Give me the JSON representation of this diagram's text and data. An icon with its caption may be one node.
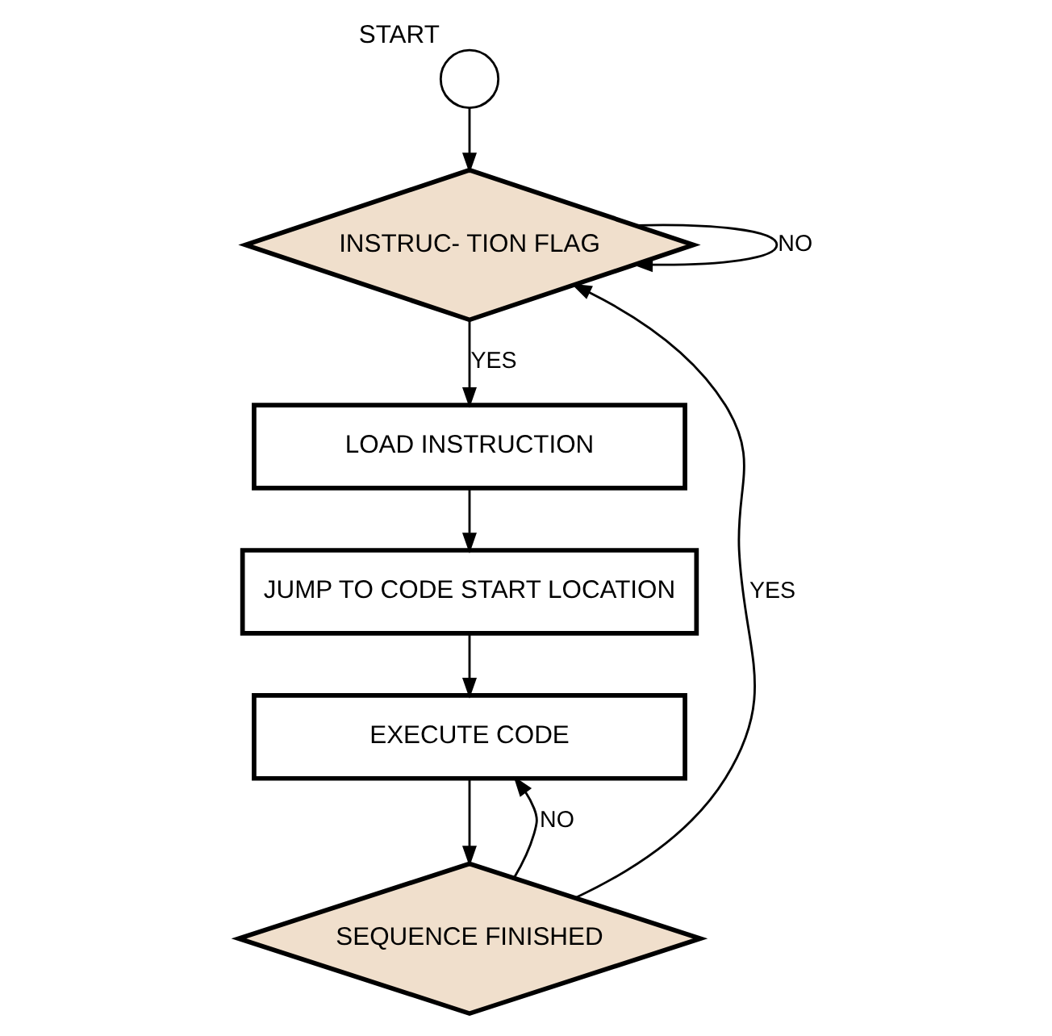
{
  "diagram": {
    "nodes": [
      {
        "text": [],
        "shape": "circle",
        "beside": [
          "START"
        ]
      },
      {
        "text": [
          "INSTRUC- TION FLAG"
        ]
      },
      {
        "text": [
          "LOAD INSTRUCTION"
        ]
      },
      {
        "text": [
          "JUMP TO CODE START LOCATION"
        ]
      },
      {
        "text": [
          "EXECUTE CODE"
        ]
      },
      {
        "text": [
          "SEQUENCE FINISHED"
        ]
      }
    ],
    "edges": [
      {
        "from": 0,
        "to": 1,
        "arrow": "to"
      },
      {
        "from": 1,
        "to": 2,
        "arrow": "to",
        "label": "YES"
      },
      {
        "from": 1,
        "to": 1,
        "arrow": "to",
        "label": "NO"
      },
      {
        "from": 2,
        "to": 3,
        "arrow": "to"
      },
      {
        "from": 3,
        "to": 4,
        "arrow": "to"
      },
      {
        "from": 4,
        "to": 5,
        "arrow": "to"
      },
      {
        "from": 5,
        "to": 4,
        "arrow": "to",
        "label": "NO"
      },
      {
        "from": 5,
        "to": 1,
        "arrow": "to",
        "label": "YES"
      }
    ]
  }
}
